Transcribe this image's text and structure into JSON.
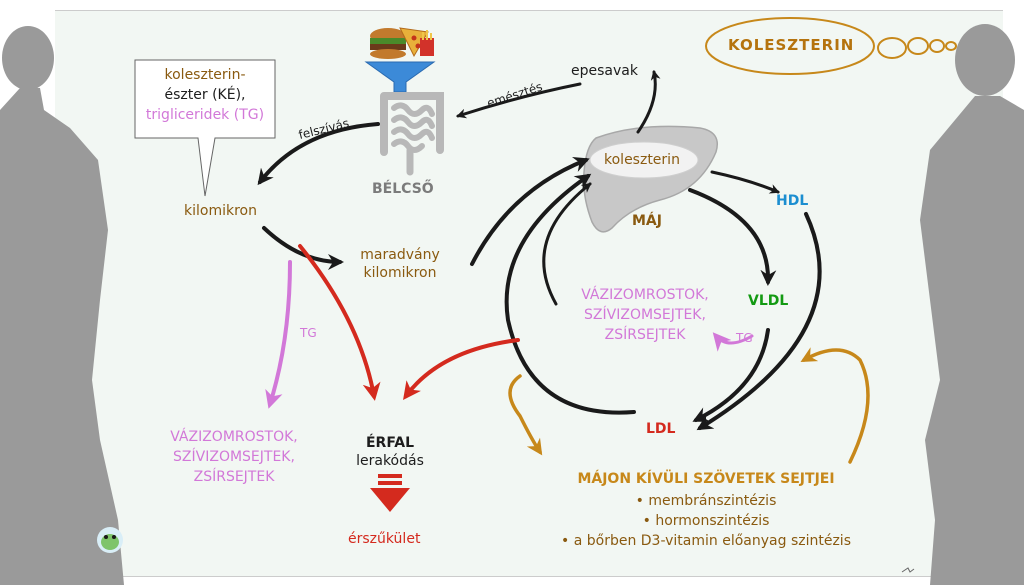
{
  "title": "KOLESZTERIN",
  "speech_bubble": {
    "line1": "koleszterin-",
    "line2": "észter (KÉ),",
    "line3": "trigliceridek (TG)"
  },
  "food_icon": "burger-pizza-fries-icon",
  "funnel_icon": "funnel-icon",
  "intestine": {
    "icon": "intestine-icon",
    "label": "BÉLCSŐ"
  },
  "liver": {
    "icon": "liver-icon",
    "label": "MÁJ",
    "inner_label": "koleszterin"
  },
  "labels": {
    "epesavak": "epesavak",
    "emesztes": "emésztés",
    "felszivas": "felszívás",
    "kilomikron": "kilomikron",
    "maradvany_1": "maradvány",
    "maradvany_2": "kilomikron",
    "tg_left": "TG",
    "tg_right": "TG",
    "hdl": "HDL",
    "vldl": "VLDL",
    "ldl": "LDL",
    "erfal_1": "ÉRFAL",
    "erfal_2": "lerakódás",
    "erszukulet": "érszűkület"
  },
  "muscles_left": [
    "VÁZIZOMROSTOK,",
    "SZÍVIZOMSEJTEK,",
    "ZSÍRSEJTEK"
  ],
  "muscles_right": [
    "VÁZIZOMROSTOK,",
    "SZÍVIZOMSEJTEK,",
    "ZSÍRSEJTEK"
  ],
  "tissue": {
    "heading": "MÁJON KÍVÜLI SZÖVETEK SEJTJEI",
    "items": [
      "• membránszintézis",
      "• hormonszintézis",
      "• a bőrben D3-vitamin előanyag szintézis"
    ]
  },
  "colors": {
    "brown": "#8a5a10",
    "pink": "#d278d8",
    "red": "#d42a1e",
    "orange": "#c7881a",
    "blue": "#1c8ed0",
    "green": "#139a12",
    "silhouette": "#9a9a9a"
  }
}
